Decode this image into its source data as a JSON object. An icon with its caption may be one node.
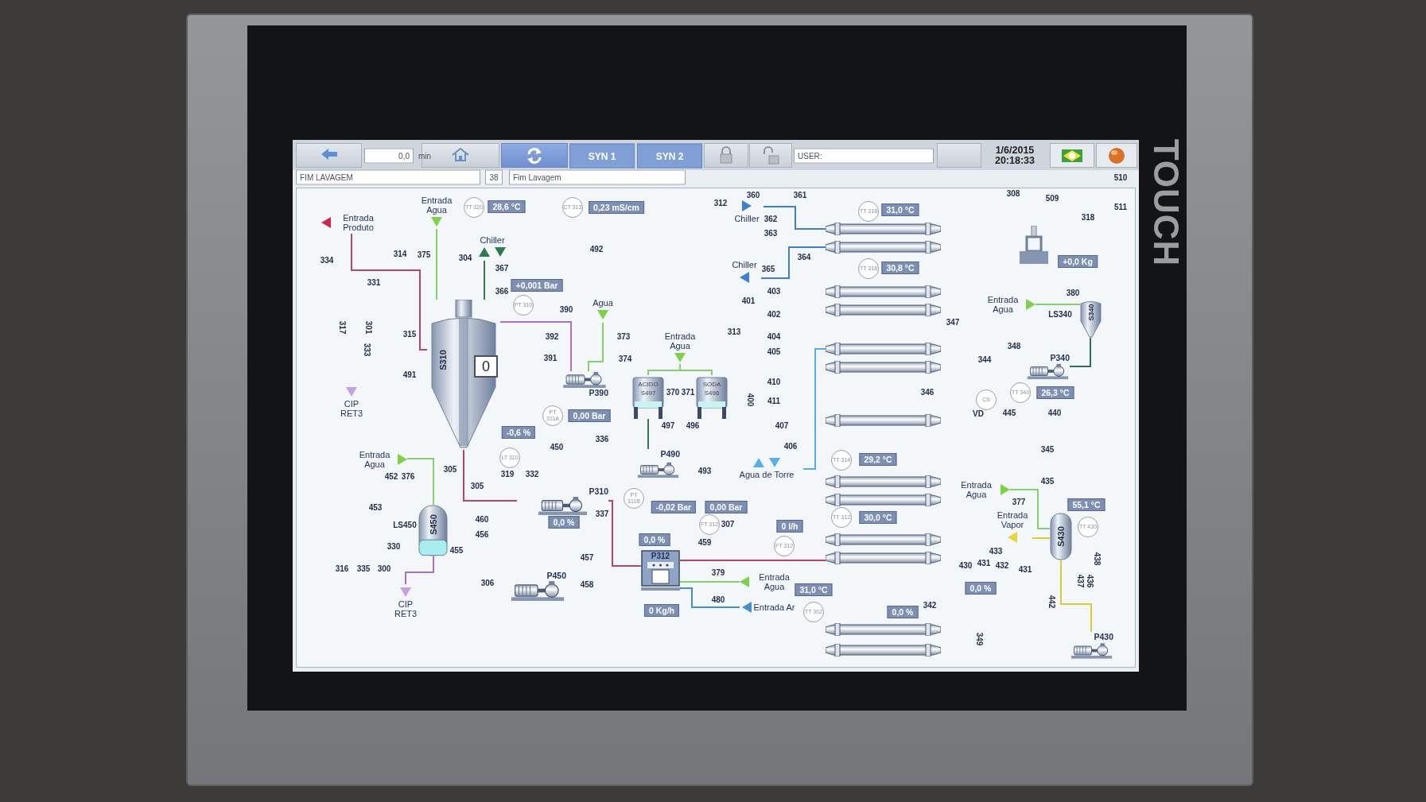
{
  "diagram": {
    "nodes": [
      {
        "text": [
          "Entrada Produto"
        ]
      },
      {
        "text": [
          "Entrada Agua"
        ]
      },
      {
        "text": [
          "Chiller"
        ]
      },
      {
        "text": [
          "S310"
        ]
      },
      {
        "text": [
          "Agua"
        ]
      },
      {
        "text": [
          "P390"
        ]
      },
      {
        "text": [
          "CIP RET3"
        ]
      },
      {
        "text": [
          "Entrada Agua"
        ]
      },
      {
        "text": [
          "S450"
        ]
      },
      {
        "text": [
          "P310"
        ]
      },
      {
        "text": [
          "P450"
        ]
      },
      {
        "text": [
          "CIP RET3"
        ]
      },
      {
        "text": [
          "ACIDO",
          "S497"
        ]
      },
      {
        "text": [
          "Entrada Agua"
        ]
      },
      {
        "text": [
          "SODA",
          "S496"
        ]
      },
      {
        "text": [
          "P490"
        ]
      },
      {
        "text": [
          "P312"
        ]
      },
      {
        "text": [
          "Entrada Agua"
        ]
      },
      {
        "text": [
          "Entrada Ar"
        ]
      },
      {
        "text": [
          "Chiller"
        ]
      },
      {
        "text": [
          "Chiller"
        ]
      },
      {
        "text": [
          "Agua de Torre"
        ]
      },
      {
        "text": [],
        "shape": "cylinder"
      },
      {
        "text": [],
        "shape": "cylinder"
      },
      {
        "text": [],
        "shape": "cylinder"
      },
      {
        "text": [],
        "shape": "cylinder"
      },
      {
        "text": [],
        "shape": "cylinder"
      },
      {
        "text": [],
        "shape": "cylinder"
      },
      {
        "text": [],
        "shape": "cylinder"
      },
      {
        "text": [],
        "shape": "cylinder"
      },
      {
        "text": [],
        "shape": "cylinder"
      },
      {
        "text": [],
        "shape": "cylinder"
      },
      {
        "text": [],
        "shape": "cylinder"
      },
      {
        "text": [],
        "shape": "cylinder"
      },
      {
        "text": [],
        "shape": "cylinder"
      },
      {
        "text": [
          "Entrada Agua"
        ]
      },
      {
        "text": [
          "S340"
        ]
      },
      {
        "text": [
          "P340"
        ]
      },
      {
        "text": [
          "Entrada Agua"
        ]
      },
      {
        "text": [
          "Entrada Vapor"
        ]
      },
      {
        "text": [
          "S430"
        ]
      },
      {
        "text": [
          "P430"
        ]
      }
    ],
    "edges": [
      {
        "from": 0,
        "to": 3,
        "arrow": "none",
        "color": "#b8436e"
      },
      {
        "from": 1,
        "to": 3,
        "arrow": "none"
      },
      {
        "from": 2,
        "to": 3,
        "arrow": "none",
        "color": "#2f7a4f"
      },
      {
        "from": 4,
        "to": 5,
        "arrow": "none"
      },
      {
        "from": 5,
        "to": 3,
        "arrow": "none",
        "color": "#b070c8"
      },
      {
        "from": 3,
        "to": 9,
        "arrow": "none",
        "color": "#b8436e"
      },
      {
        "from": 9,
        "to": 16,
        "arrow": "none",
        "color": "#b8436e"
      },
      {
        "from": 16,
        "to": 32,
        "arrow": "none",
        "color": "#b8436e"
      },
      {
        "from": 17,
        "to": 16,
        "arrow": "none"
      },
      {
        "from": 18,
        "to": 16,
        "arrow": "none",
        "color": "#3f8fd0"
      },
      {
        "from": 19,
        "to": 22,
        "arrow": "none",
        "color": "#3d7fd8"
      },
      {
        "from": 23,
        "to": 20,
        "arrow": "none",
        "color": "#3d7fd8"
      },
      {
        "from": 21,
        "to": 26,
        "arrow": "none",
        "color": "#5aaee8"
      },
      {
        "from": 7,
        "to": 8,
        "arrow": "none"
      },
      {
        "from": 8,
        "to": 11,
        "arrow": "none",
        "color": "#b070c8"
      },
      {
        "from": 13,
        "to": 12,
        "arrow": "none"
      },
      {
        "from": 13,
        "to": 14,
        "arrow": "none"
      },
      {
        "from": 12,
        "to": 15,
        "arrow": "none",
        "color": "#2f7a4f"
      },
      {
        "from": 35,
        "to": 36,
        "arrow": "none"
      },
      {
        "from": 36,
        "to": 37,
        "arrow": "none",
        "color": "#2e6e5c"
      },
      {
        "from": 38,
        "to": 40,
        "arrow": "none"
      },
      {
        "from": 39,
        "to": 40,
        "arrow": "none",
        "color": "#d8cc30"
      },
      {
        "from": 40,
        "to": 41,
        "arrow": "none",
        "color": "#d8cc30"
      }
    ],
    "labels": [
      "0,0",
      "min",
      "SYN 1",
      "SYN 2",
      "USER:",
      "1/6/2015 20:18:33",
      "FIM LAVAGEM",
      "38",
      "Fim Lavagem",
      "TOUCH",
      "TT 320",
      "28,6 °C",
      "CT 313",
      "0,23 mS/cm",
      "312",
      "360",
      "361",
      "TT 318",
      "31,0 °C",
      "510",
      "308",
      "509",
      "318",
      "511",
      "362",
      "363",
      "334",
      "314",
      "375",
      "304",
      "492",
      "+0,0 Kg",
      "331",
      "367",
      "366",
      "364",
      "365",
      "TT 316",
      "30,8 °C",
      "+0,001 Bar",
      "403",
      "380",
      "PT 310",
      "390",
      "401",
      "402",
      "LS340",
      "347",
      "317",
      "301",
      "315",
      "313",
      "392",
      "373",
      "404",
      "333",
      "348",
      "405",
      "391",
      "374",
      "344",
      "0",
      "491",
      "410",
      "370",
      "371",
      "346",
      "TT 340",
      "26,3 °C",
      "CS",
      "400",
      "411",
      "VD",
      "445",
      "440",
      "PT 311A",
      "0,00 Bar",
      "497",
      "496",
      "407",
      "-0,6 %",
      "336",
      "450",
      "406",
      "345",
      "LT 310",
      "TT 314",
      "29,2 °C",
      "452",
      "376",
      "305",
      "319",
      "332",
      "493",
      "435",
      "305",
      "453",
      "PT 311B",
      "-0,02 Bar",
      "0,00 Bar",
      "377",
      "55,1 °C",
      "337",
      "TT 312",
      "30,0 °C",
      "0,0 %",
      "460",
      "LS450",
      "FT 312",
      "307",
      "456",
      "0 l/h",
      "TT 430",
      "330",
      "455",
      "0,0 %",
      "459",
      "FT 312",
      "433",
      "316",
      "335",
      "300",
      "457",
      "379",
      "430",
      "431",
      "432",
      "431",
      "438",
      "306",
      "458",
      "31,0 °C",
      "0,0 %",
      "437",
      "436",
      "0 Kg/h",
      "480",
      "TT 302",
      "0,0 %",
      "342",
      "442",
      "349"
    ]
  }
}
